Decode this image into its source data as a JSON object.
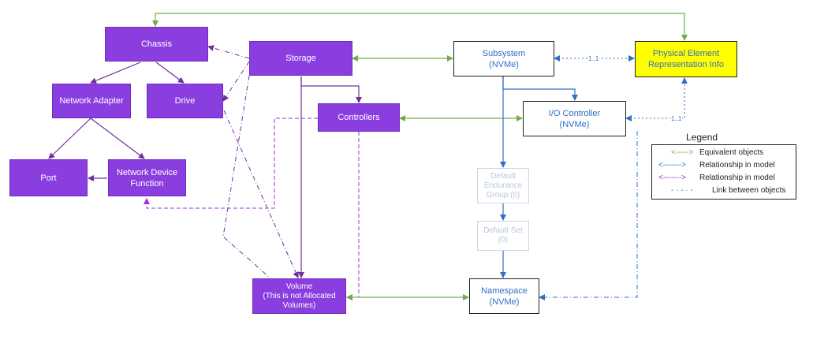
{
  "nodes": {
    "chassis": "Chassis",
    "network_adapter": "Network Adapter",
    "drive": "Drive",
    "port": "Port",
    "network_device_function": "Network Device\nFunction",
    "storage": "Storage",
    "controllers": "Controllers",
    "volume": "Volume\n(This is not Allocated\nVolumes)",
    "subsystem": "Subsystem\n(NVMe)",
    "io_controller": "I/O Controller\n(NVMe)",
    "default_endurance_group": "Default\nEndurance\nGroup (0)",
    "default_set": "Default Set\n(0)",
    "namespace": "Namespace\n(NVMe)",
    "physical_element": "Physical Element\nRepresentation Info"
  },
  "link_labels": {
    "subsystem_to_physical": "1..1",
    "io_controller_to_physical": "1..1"
  },
  "legend": {
    "title": "Legend",
    "items": [
      {
        "symbol": "<----->",
        "text": "Equivalent objects",
        "color": "#70ad47"
      },
      {
        "symbol": "<------->",
        "text": "Relationship in model",
        "color": "#2f6fc5"
      },
      {
        "symbol": "<------->",
        "text": "Relationship in model",
        "color": "#9b30d9"
      },
      {
        "symbol": "- · - · -",
        "text": "Link between objects",
        "color": "#2f6fc5"
      }
    ]
  },
  "colors": {
    "purple_fill": "#8a3ee0",
    "purple_line": "#7030a0",
    "green_line": "#70ad47",
    "blue_line": "#2f6fc5",
    "magenta_dash": "#9b30d9",
    "yellow_fill": "#ffff00"
  }
}
